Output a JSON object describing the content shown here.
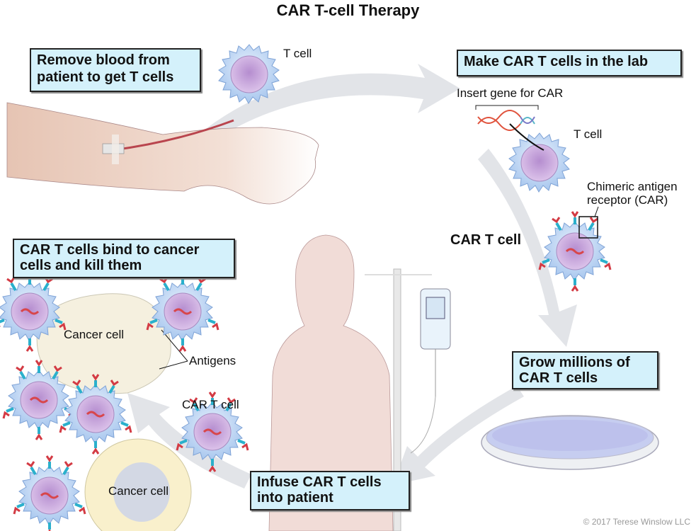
{
  "title": "CAR T-cell Therapy",
  "steps": [
    {
      "text_line1": "Remove blood from",
      "text_line2": "patient to get T cells"
    },
    {
      "text_line1": "Make CAR T cells in the lab",
      "text_line2": ""
    },
    {
      "text_line1": "Grow millions of",
      "text_line2": "CAR T cells"
    },
    {
      "text_line1": "Infuse CAR T cells",
      "text_line2": "into patient"
    },
    {
      "text_line1": "CAR T cells bind to cancer",
      "text_line2": "cells and kill them"
    }
  ],
  "labels": {
    "t_cell_top": "T cell",
    "insert_gene": "Insert gene for CAR",
    "t_cell_lab": "T cell",
    "car_line1": "Chimeric antigen",
    "car_line2": "receptor (CAR)",
    "car_t_cell_lab": "CAR T cell",
    "cancer_cell_top": "Cancer cell",
    "antigens": "Antigens",
    "car_t_cell_bottom": "CAR T cell",
    "cancer_cell_bottom": "Cancer cell"
  },
  "copyright": "© 2017 Terese Winslow LLC",
  "colors": {
    "box_fill": "#d4f1fb",
    "arrow_gray": "#dfe1e5",
    "cell_blue": "#a9c8ee",
    "nucleus_purple": "#c9a6dc",
    "skin": "#f0dcd6",
    "cancer_cream": "#f6eed6"
  }
}
